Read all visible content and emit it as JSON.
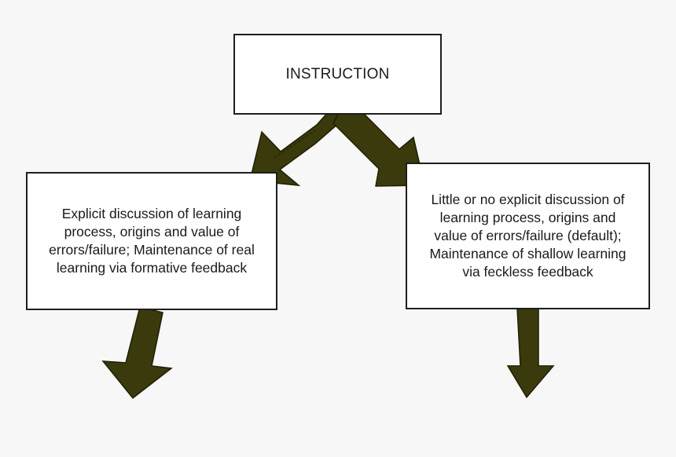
{
  "diagram": {
    "top_box": {
      "label": "INSTRUCTION"
    },
    "left_box": {
      "label": "Explicit discussion of learning\nprocess, origins and value of\nerrors/failure; Maintenance of real\nlearning via formative feedback"
    },
    "right_box": {
      "label": "Little or no explicit discussion of\nlearning process, origins and\nvalue of errors/failure (default);\nMaintenance of shallow learning\nvia feckless feedback"
    },
    "colors": {
      "arrow_fill": "#3a3a0c",
      "box_border": "#1e1e1e",
      "background": "#f7f7f7"
    }
  }
}
